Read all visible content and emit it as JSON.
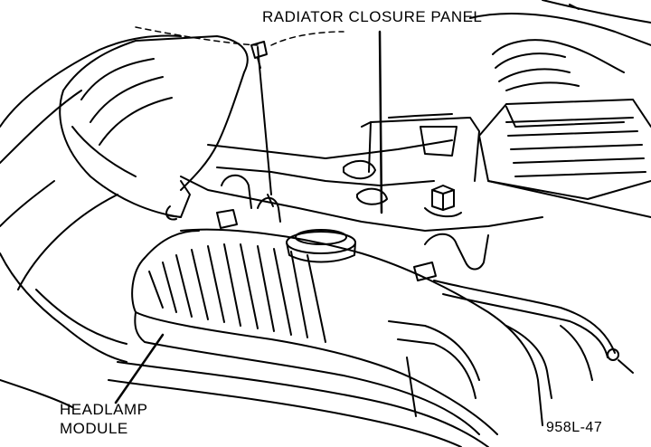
{
  "labels": {
    "radiator_closure_panel": "RADIATOR CLOSURE PANEL",
    "headlamp_line1": "HEADLAMP",
    "headlamp_line2": "MODULE",
    "figure_number": "958L-47"
  },
  "colors": {
    "ink": "#000000",
    "paper": "#ffffff"
  }
}
